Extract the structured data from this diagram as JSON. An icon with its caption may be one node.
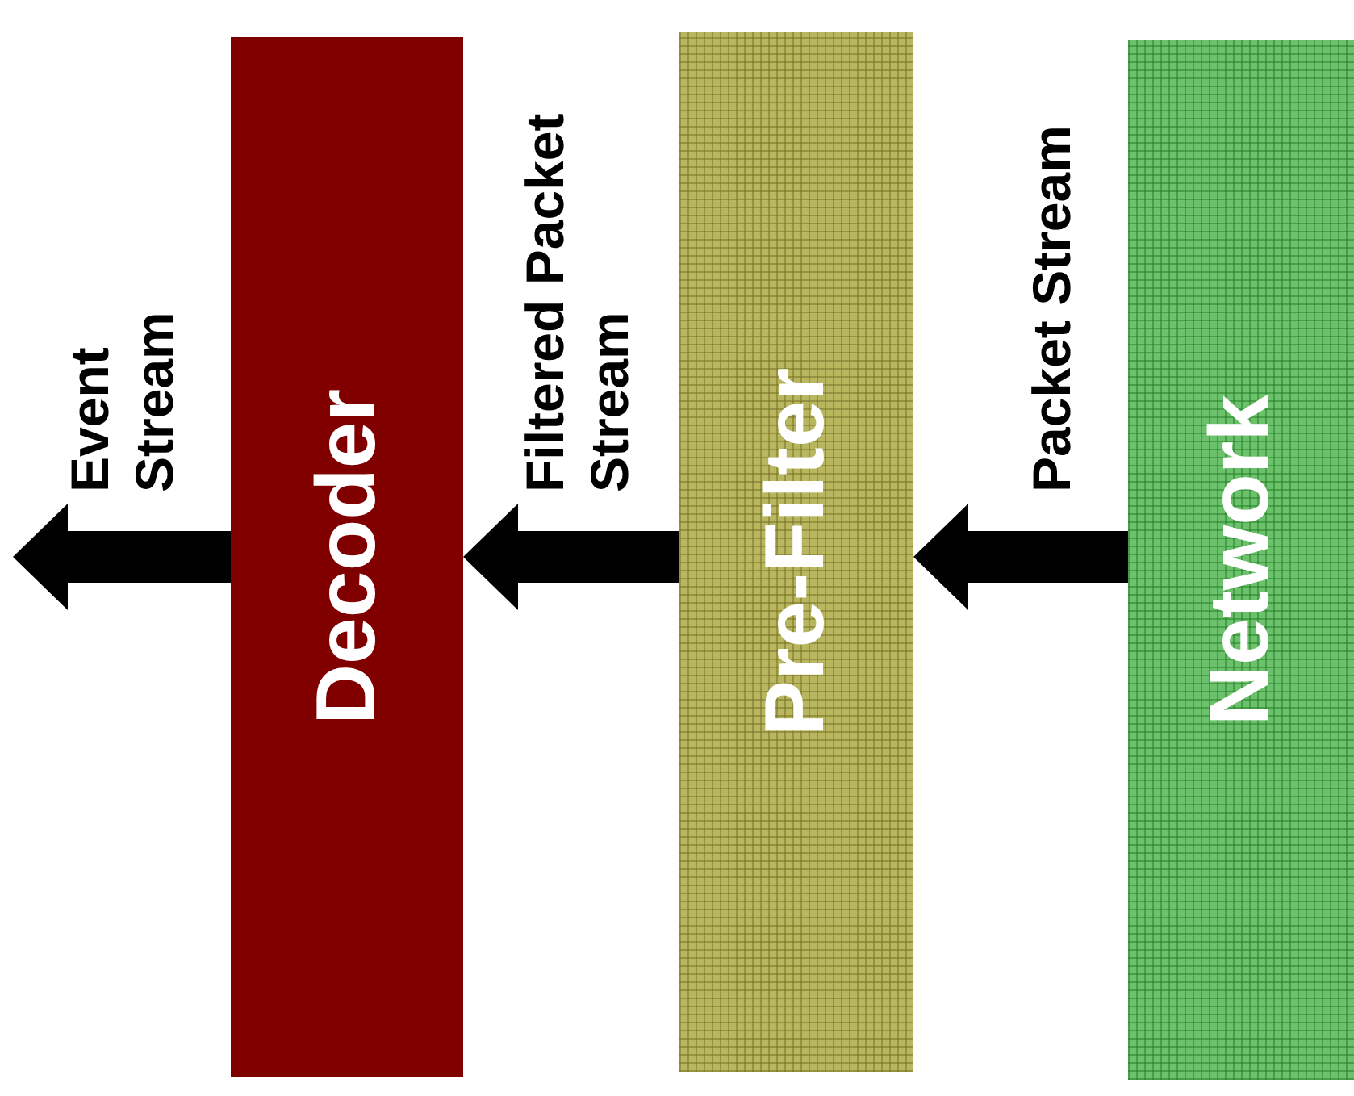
{
  "diagram": {
    "nodes": [
      {
        "text": [
          "Decoder"
        ]
      },
      {
        "text": [
          "Pre-Filter"
        ]
      },
      {
        "text": [
          "Network"
        ]
      }
    ],
    "edges": [
      {
        "from": 2,
        "to": 1,
        "arrow": "to",
        "label": "Packet Stream",
        "style": "thick"
      },
      {
        "from": 1,
        "to": 0,
        "arrow": "to",
        "label": "Filtered Packet Stream",
        "style": "thick"
      },
      {
        "from": 0,
        "to": null,
        "arrow": "to",
        "label": "Event Stream",
        "style": "thick"
      }
    ]
  }
}
